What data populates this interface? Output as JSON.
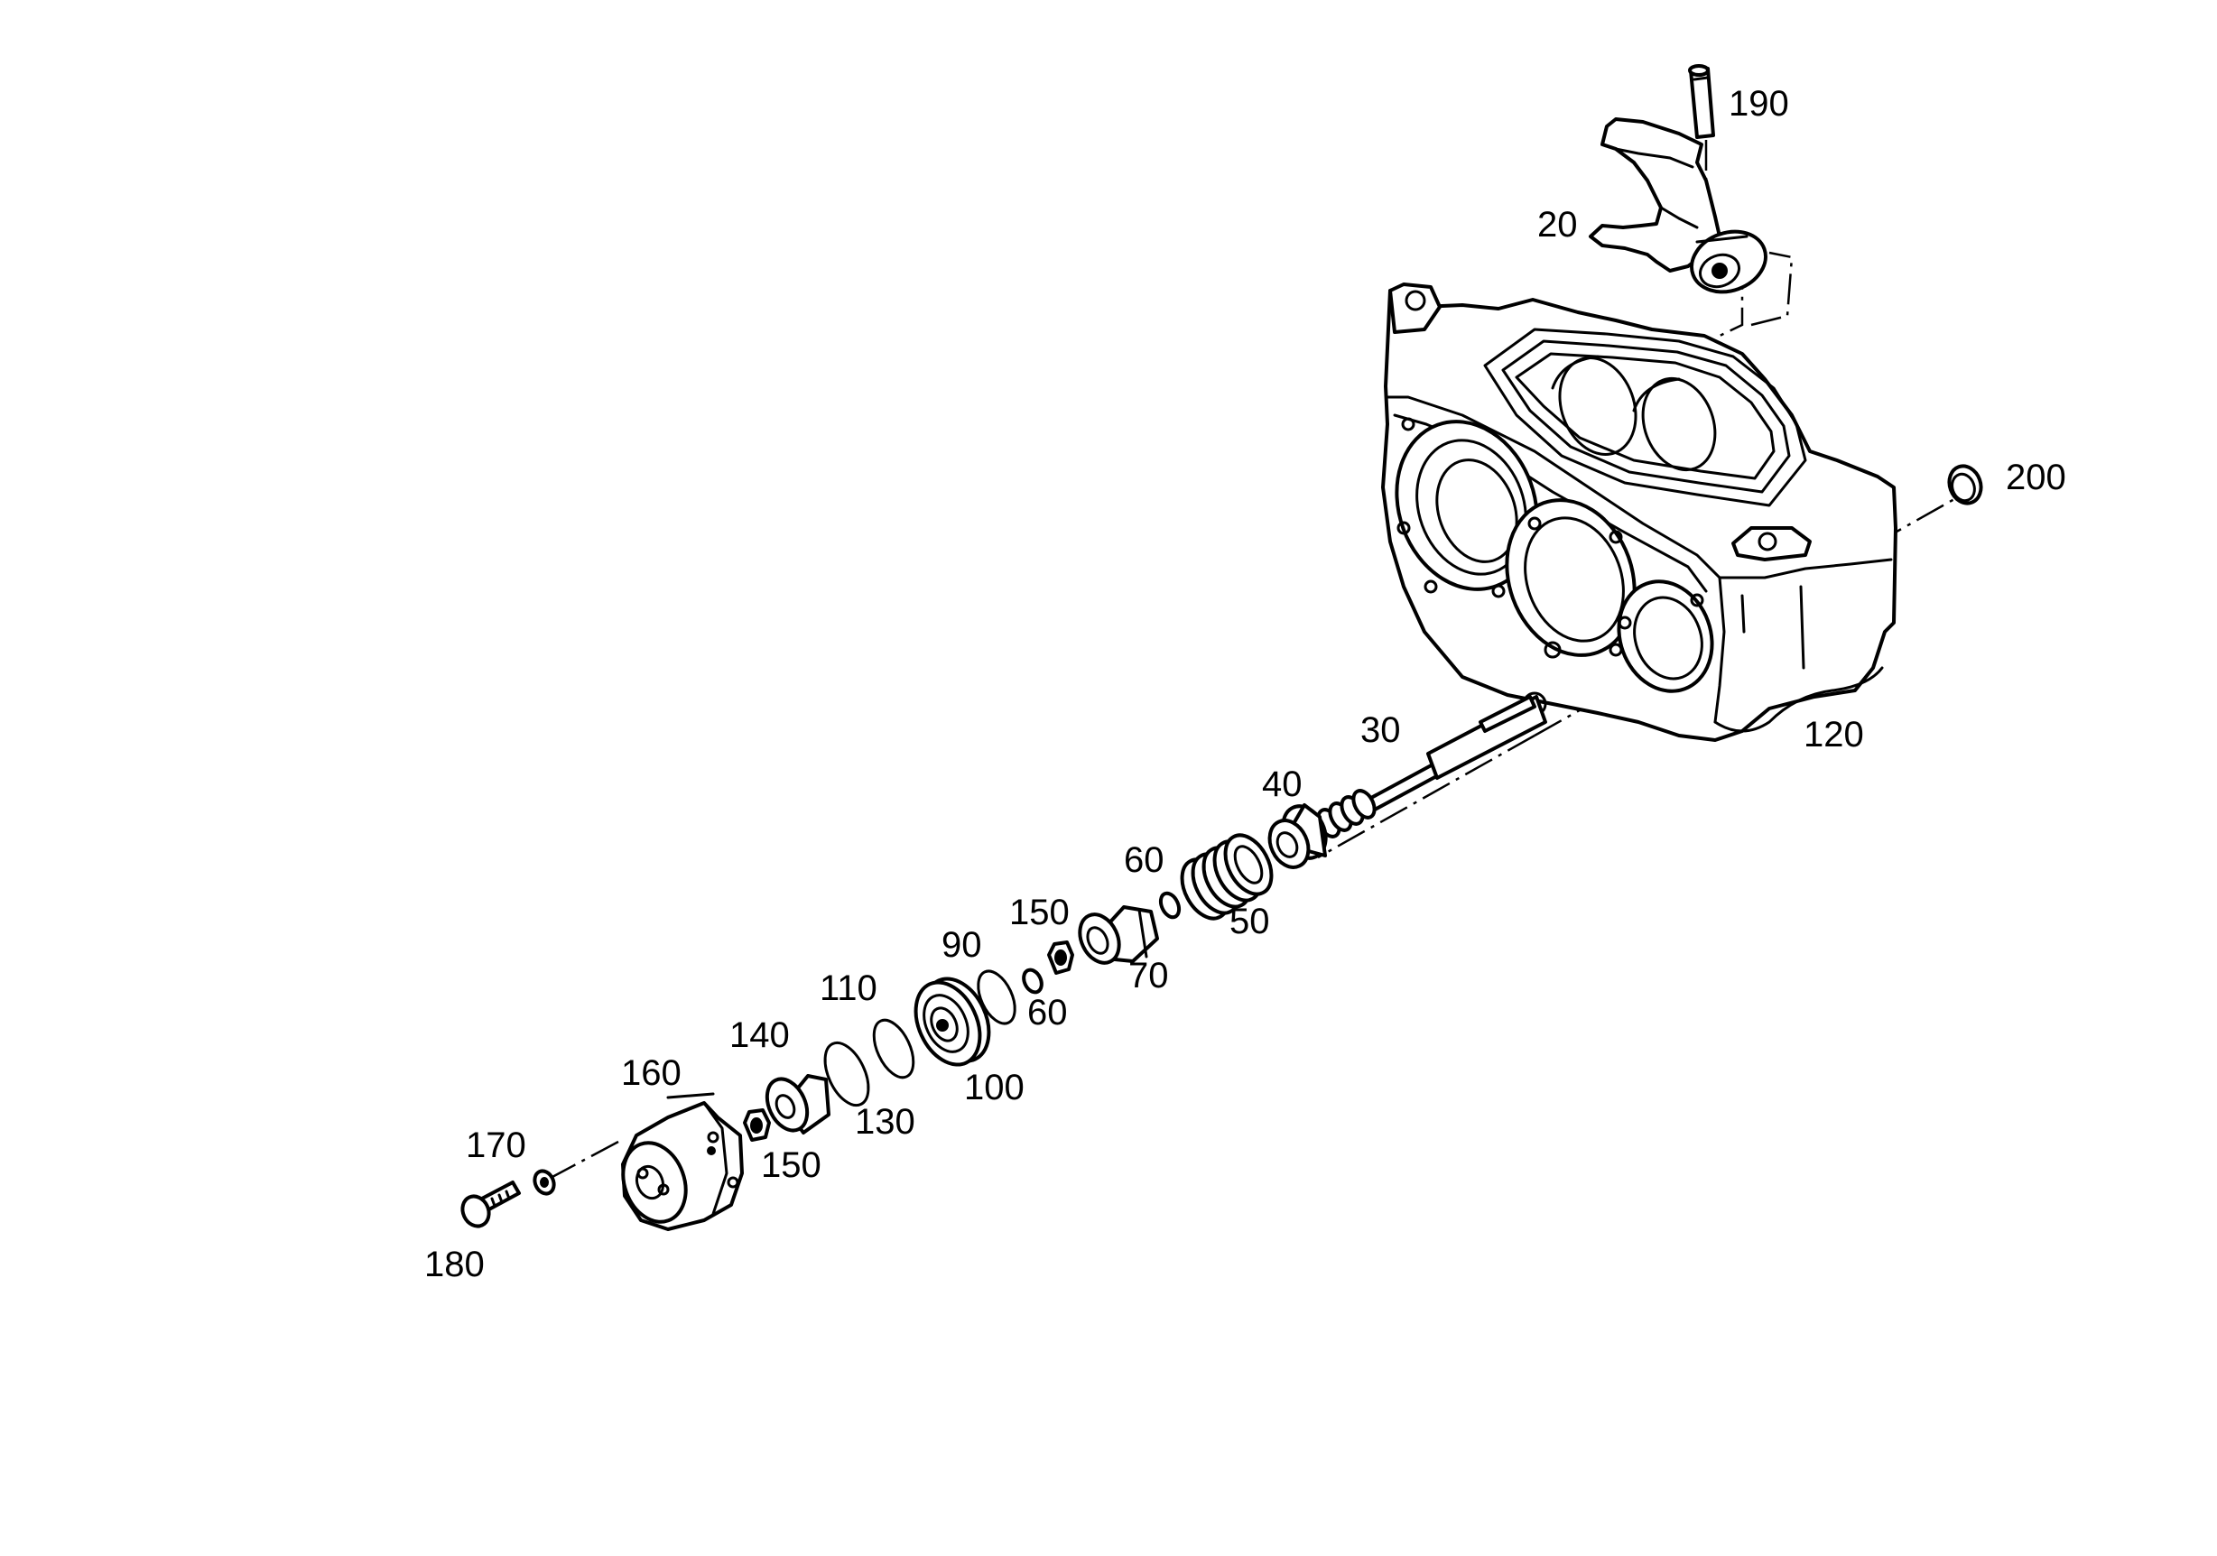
{
  "callouts": {
    "c190": "190",
    "c20": "20",
    "c200": "200",
    "c120": "120",
    "c30": "30",
    "c40": "40",
    "c60a": "60",
    "c50": "50",
    "c150a": "150",
    "c70": "70",
    "c90": "90",
    "c60b": "60",
    "c110": "110",
    "c100": "100",
    "c140": "140",
    "c130": "130",
    "c160": "160",
    "c150b": "150",
    "c170": "170",
    "c180": "180"
  }
}
